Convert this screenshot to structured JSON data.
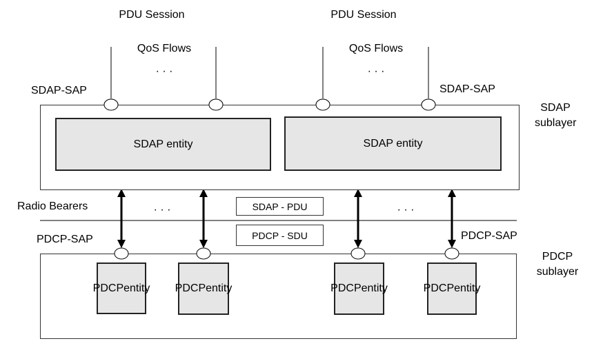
{
  "pdu_sessions": [
    "PDU Session",
    "PDU Session"
  ],
  "qos_flows": [
    "QoS Flows",
    "QoS Flows"
  ],
  "ellipsis": "· · ·",
  "sdap_sap": [
    "SDAP-SAP",
    "SDAP-SAP"
  ],
  "sdap_sublayer": "SDAP sublayer",
  "sdap_entities": [
    "SDAP entity",
    "SDAP entity"
  ],
  "radio_bearers": "Radio Bearers",
  "sdap_pdu": "SDAP - PDU",
  "pdcp_sdu": "PDCP - SDU",
  "pdcp_sap": [
    "PDCP-SAP",
    "PDCP-SAP"
  ],
  "pdcp_sublayer": "PDCP sublayer",
  "pdcp_entities": [
    {
      "line1": "PDCP",
      "line2": "entity"
    },
    {
      "line1": "PDCP",
      "line2": "entity"
    },
    {
      "line1": "PDCP",
      "line2": "entity"
    },
    {
      "line1": "PDCP",
      "line2": "entity"
    }
  ],
  "colors": {
    "entity_fill": "#e6e6e6",
    "line": "#000000"
  }
}
